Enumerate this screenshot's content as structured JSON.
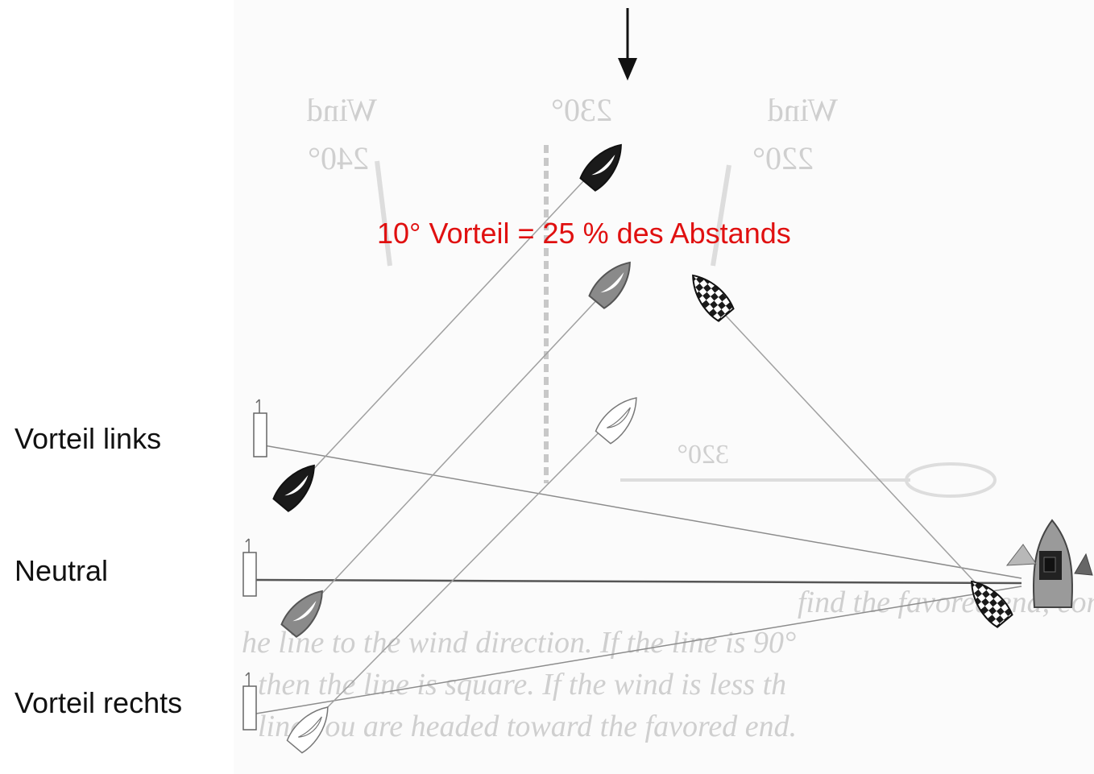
{
  "headline": {
    "text": "10° Vorteil = 25 % des Abstands",
    "color": "#e01010"
  },
  "line_labels": {
    "left": "Vorteil links",
    "neutral": "Neutral",
    "right": "Vorteil rechts"
  },
  "background_scan": {
    "wind_left": "Wind",
    "wind_left_deg": "240°",
    "center_deg": "230°",
    "wind_right": "Wind",
    "wind_right_deg": "220°",
    "bottom_deg": "320°",
    "text_lines": [
      "find the favored end, compare the com",
      "he line to the wind direction. If the line is 90°",
      "then the line is square. If the wind is less th",
      "line you are headed toward the favored end."
    ]
  },
  "colors": {
    "boat_black": "#1a1a1a",
    "boat_gray": "#8a8a8a",
    "boat_white": "#ffffff",
    "line": "#8c8c8c",
    "neutral_line": "#555555",
    "committee_boat": "#9a9a9a"
  },
  "icons": [
    "wind-arrow-icon",
    "boat-icon",
    "buoy-icon",
    "committee-boat-icon",
    "flag-icon"
  ]
}
